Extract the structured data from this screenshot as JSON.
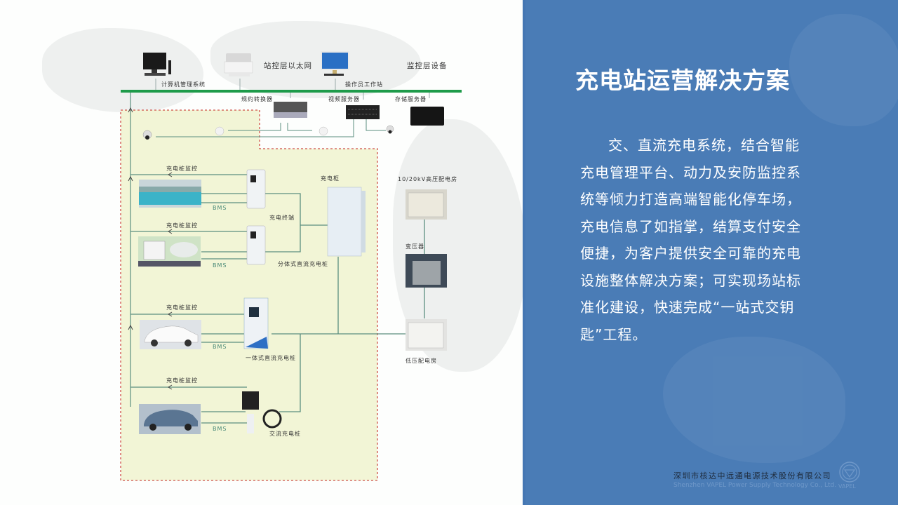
{
  "slide": {
    "title": "充电站运营解决方案",
    "paragraph": "交、直流充电系统，结合智能充电管理平台、动力及安防监控系统等倾力打造高端智能化停车场，充电信息了如指掌，结算支付安全便捷，为客户提供安全可靠的充电设施整体解决方案；可实现场站标准化建设，快速完成“一站式交钥匙”工程。",
    "footer": {
      "company_cn": "深圳市核达中远通电源技术股份有限公司",
      "company_en": "Shenzhen VAPEL Power Supply Technology Co., Ltd.",
      "logo_text": "VAPEL"
    },
    "colors": {
      "panel": "#4a7cb6",
      "ethernet": "#1e9b4a",
      "wire": "#5c8f80",
      "zone_fill": "#f2f5d6",
      "zone_border": "#d0504a"
    }
  },
  "diagram": {
    "top": {
      "ethernet_label": "站控层以太网",
      "monitor_layer_label": "监控层设备",
      "computer_mgmt": "计算机管理系统",
      "operator_station": "操作员工作站",
      "protocol_converter": "规约转换器",
      "video_server": "视频服务器",
      "storage_server": "存储服务器"
    },
    "rows": [
      {
        "monitor": "充电桩监控",
        "bms": "BMS",
        "vehicle": "bus"
      },
      {
        "monitor": "充电桩监控",
        "bms": "BMS",
        "vehicle": "truck"
      },
      {
        "monitor": "充电桩监控",
        "bms": "BMS",
        "vehicle": "sedan"
      },
      {
        "monitor": "充电桩监控",
        "bms": "BMS",
        "vehicle": "suv"
      }
    ],
    "labels": {
      "charging_terminal": "充电终端",
      "split_dc": "分体式直流充电桩",
      "cabinet": "充电柜",
      "integrated_dc": "一体式直流充电桩",
      "ac_charger": "交流充电桩",
      "hv_room": "10/20kV高压配电房",
      "transformer": "变压器",
      "lv_room": "低压配电房"
    }
  }
}
